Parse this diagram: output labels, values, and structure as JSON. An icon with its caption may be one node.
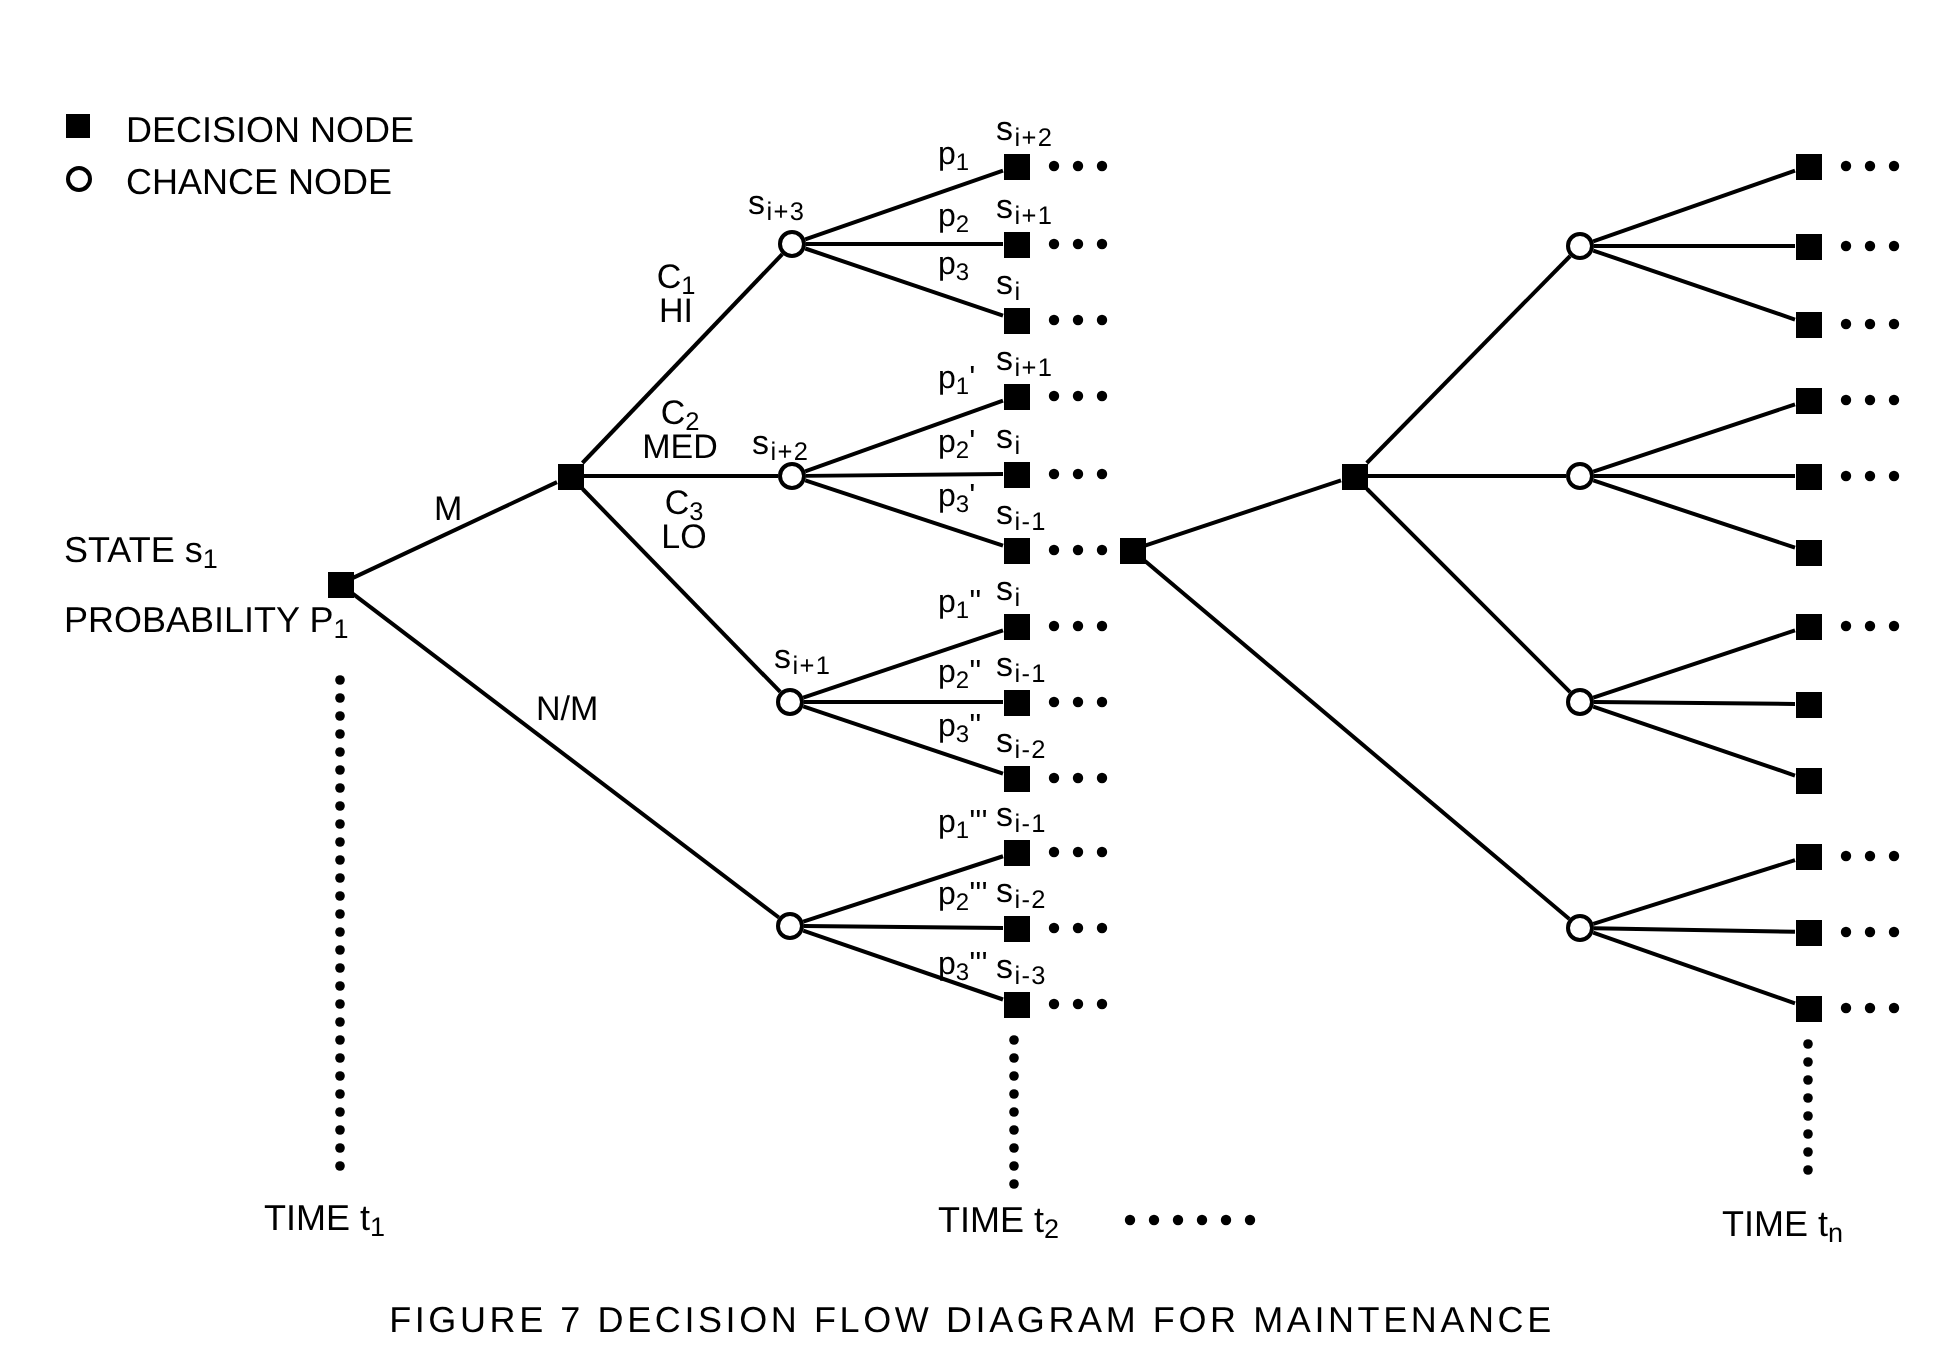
{
  "diagram": {
    "caption": "FIGURE 7 DECISION FLOW DIAGRAM FOR MAINTENANCE",
    "nodes": [
      {
        "text": [],
        "shape": "box",
        "beside": [
          "STATE s$_{1}$",
          "PROBABILITY P$_{1}$"
        ]
      },
      {
        "text": [],
        "shape": "box"
      },
      {
        "text": [],
        "shape": "circle",
        "beside": [
          "s$_{i+3}$"
        ]
      },
      {
        "text": [],
        "shape": "circle",
        "beside": [
          "s$_{i+2}$"
        ]
      },
      {
        "text": [],
        "shape": "circle",
        "beside": [
          "s$_{i+1}$"
        ]
      },
      {
        "text": [],
        "shape": "circle"
      },
      {
        "text": [],
        "shape": "box",
        "beside": [
          "s$_{i+2}$"
        ]
      },
      {
        "text": [],
        "shape": "box",
        "beside": [
          "s$_{i+1}$"
        ]
      },
      {
        "text": [],
        "shape": "box",
        "beside": [
          "s$_{i}$"
        ]
      },
      {
        "text": [],
        "shape": "box",
        "beside": [
          "s$_{i+1}$"
        ]
      },
      {
        "text": [],
        "shape": "box",
        "beside": [
          "s$_{i}$"
        ]
      },
      {
        "text": [],
        "shape": "box",
        "beside": [
          "s$_{i-1}$"
        ]
      },
      {
        "text": [],
        "shape": "box",
        "beside": [
          "s$_{i}$"
        ]
      },
      {
        "text": [],
        "shape": "box",
        "beside": [
          "s$_{i-1}$"
        ]
      },
      {
        "text": [],
        "shape": "box",
        "beside": [
          "s$_{i-2}$"
        ]
      },
      {
        "text": [],
        "shape": "box",
        "beside": [
          "s$_{i-1}$"
        ]
      },
      {
        "text": [],
        "shape": "box",
        "beside": [
          "s$_{i-2}$"
        ]
      },
      {
        "text": [],
        "shape": "box",
        "beside": [
          "s$_{i-3}$"
        ]
      },
      {
        "text": [],
        "shape": "box"
      },
      {
        "text": [],
        "shape": "box"
      },
      {
        "text": [],
        "shape": "circle"
      },
      {
        "text": [],
        "shape": "circle"
      },
      {
        "text": [],
        "shape": "circle"
      },
      {
        "text": [],
        "shape": "circle"
      },
      {
        "text": [],
        "shape": "box"
      },
      {
        "text": [],
        "shape": "box"
      },
      {
        "text": [],
        "shape": "box"
      },
      {
        "text": [],
        "shape": "box"
      },
      {
        "text": [],
        "shape": "box"
      },
      {
        "text": [],
        "shape": "box"
      },
      {
        "text": [],
        "shape": "box"
      },
      {
        "text": [],
        "shape": "box"
      },
      {
        "text": [],
        "shape": "box"
      },
      {
        "text": [],
        "shape": "box"
      },
      {
        "text": [],
        "shape": "box"
      },
      {
        "text": [],
        "shape": "box"
      }
    ],
    "edges": [
      {
        "from": 0,
        "to": 1,
        "arrow": "none",
        "label": "M"
      },
      {
        "from": 0,
        "to": 5,
        "arrow": "none",
        "label": "N/M"
      },
      {
        "from": 1,
        "to": 2,
        "arrow": "none",
        "label": "C$_{1}$ HI"
      },
      {
        "from": 1,
        "to": 3,
        "arrow": "none",
        "label": "C$_{2}$ MED"
      },
      {
        "from": 1,
        "to": 4,
        "arrow": "none",
        "label": "C$_{3}$ LO"
      },
      {
        "from": 2,
        "to": 6,
        "arrow": "none",
        "label": "p$_{1}$"
      },
      {
        "from": 2,
        "to": 7,
        "arrow": "none",
        "label": "p$_{2}$"
      },
      {
        "from": 2,
        "to": 8,
        "arrow": "none",
        "label": "p$_{3}$"
      },
      {
        "from": 3,
        "to": 9,
        "arrow": "none",
        "label": "p$_{1}$'"
      },
      {
        "from": 3,
        "to": 10,
        "arrow": "none",
        "label": "p$_{2}$'"
      },
      {
        "from": 3,
        "to": 11,
        "arrow": "none",
        "label": "p$_{3}$'"
      },
      {
        "from": 4,
        "to": 12,
        "arrow": "none",
        "label": "p$_{1}$''"
      },
      {
        "from": 4,
        "to": 13,
        "arrow": "none",
        "label": "p$_{2}$''"
      },
      {
        "from": 4,
        "to": 14,
        "arrow": "none",
        "label": "p$_{3}$''"
      },
      {
        "from": 5,
        "to": 15,
        "arrow": "none",
        "label": "p$_{1}$'''"
      },
      {
        "from": 5,
        "to": 16,
        "arrow": "none",
        "label": "p$_{2}$'''"
      },
      {
        "from": 5,
        "to": 17,
        "arrow": "none",
        "label": "p$_{3}$'''"
      },
      {
        "from": 18,
        "to": 19,
        "arrow": "none"
      },
      {
        "from": 18,
        "to": 23,
        "arrow": "none"
      },
      {
        "from": 19,
        "to": 20,
        "arrow": "none"
      },
      {
        "from": 19,
        "to": 21,
        "arrow": "none"
      },
      {
        "from": 19,
        "to": 22,
        "arrow": "none"
      },
      {
        "from": 20,
        "to": 24,
        "arrow": "none"
      },
      {
        "from": 20,
        "to": 25,
        "arrow": "none"
      },
      {
        "from": 20,
        "to": 26,
        "arrow": "none"
      },
      {
        "from": 21,
        "to": 27,
        "arrow": "none"
      },
      {
        "from": 21,
        "to": 28,
        "arrow": "none"
      },
      {
        "from": 21,
        "to": 29,
        "arrow": "none"
      },
      {
        "from": 22,
        "to": 30,
        "arrow": "none"
      },
      {
        "from": 22,
        "to": 31,
        "arrow": "none"
      },
      {
        "from": 22,
        "to": 32,
        "arrow": "none"
      },
      {
        "from": 23,
        "to": 33,
        "arrow": "none"
      },
      {
        "from": 23,
        "to": 34,
        "arrow": "none"
      },
      {
        "from": 23,
        "to": 35,
        "arrow": "none"
      }
    ],
    "labels": [
      "TIME t$_{1}$",
      "TIME t$_{2}$",
      "TIME t$_{n}$"
    ],
    "legend": [
      {
        "text": "DECISION NODE"
      },
      {
        "text": "CHANCE NODE"
      }
    ]
  }
}
